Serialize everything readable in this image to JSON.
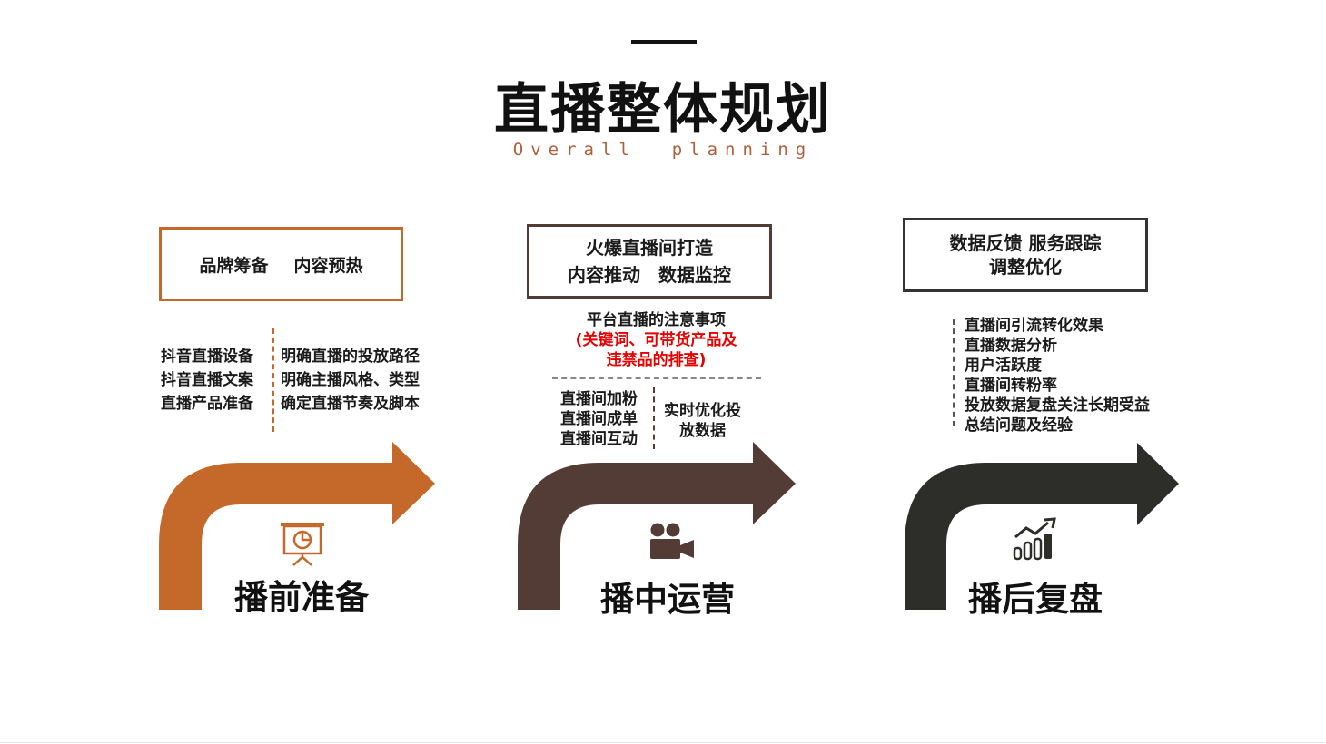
{
  "page": {
    "title": "直播整体规划",
    "subtitle": "Overall  planning"
  },
  "stages": [
    {
      "label": "播前准备",
      "color": "#c5692a",
      "icon": "presentation-board-icon",
      "box_text": [
        "品牌筹备",
        "内容预热"
      ],
      "left_items": [
        "抖音直播设备",
        "抖音直播文案",
        "直播产品准备"
      ],
      "right_items": [
        "明确直播的投放路径",
        "明确主播风格、类型",
        "确定直播节奏及脚本"
      ]
    },
    {
      "label": "播中运营",
      "color": "#533c35",
      "icon": "video-camera-icon",
      "box_line1": "火爆直播间打造",
      "box_line2": [
        "内容推动",
        "数据监控"
      ],
      "notes_title": "平台直播的注意事项",
      "notes_red": [
        "(关键词、可带货产品及",
        "违禁品的排查)"
      ],
      "left_items": [
        "直播间加粉",
        "直播间成单",
        "直播间互动"
      ],
      "right_items": [
        "实时优化投",
        "放数据"
      ]
    },
    {
      "label": "播后复盘",
      "color": "#2d2d2a",
      "icon": "growth-chart-icon",
      "box_line1": "数据反馈 服务跟踪",
      "box_line2": "调整优化",
      "items": [
        "直播间引流转化效果",
        "直播数据分析",
        "用户活跃度",
        "直播间转粉率",
        "投放数据复盘关注长期受益",
        "总结问题及经验"
      ]
    }
  ]
}
